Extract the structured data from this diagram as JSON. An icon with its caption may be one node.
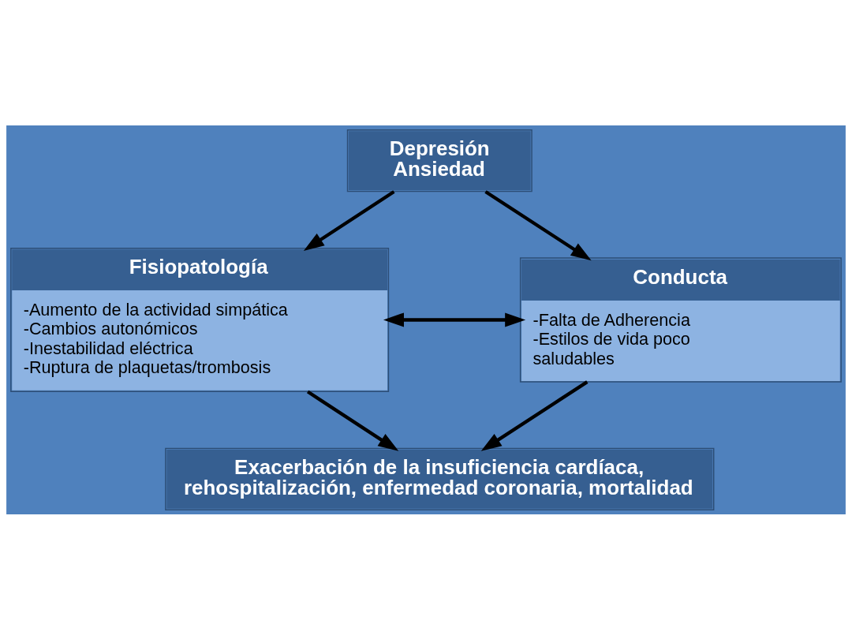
{
  "diagram": {
    "nodes": [
      {
        "text": [
          "Depresión Ansiedad"
        ]
      },
      {
        "text": [
          "Fisiopatología",
          "-Aumento de la actividad simpática",
          "-Cambios autonómicos",
          "-Inestabilidad eléctrica",
          "-Ruptura de plaquetas/trombosis"
        ]
      },
      {
        "text": [
          "Conducta",
          "-Falta de Adherencia",
          "-Estilos de vida poco saludables"
        ]
      },
      {
        "text": [
          "Exacerbación de la insuficiencia cardíaca, rehospitalización, enfermedad coronaria, mortalidad"
        ]
      }
    ],
    "edges": [
      {
        "from": 0,
        "to": 1,
        "arrow": "to"
      },
      {
        "from": 0,
        "to": 2,
        "arrow": "to"
      },
      {
        "from": 1,
        "to": 2,
        "arrow": "both"
      },
      {
        "from": 1,
        "to": 3,
        "arrow": "to"
      },
      {
        "from": 2,
        "to": 3,
        "arrow": "to"
      }
    ]
  }
}
